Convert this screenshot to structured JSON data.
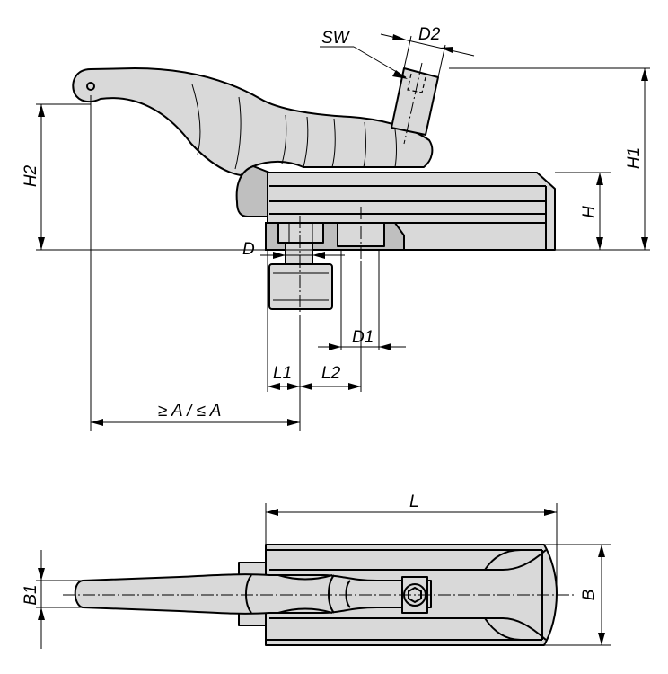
{
  "labels": {
    "sw": "SW",
    "d2": "D2",
    "h1": "H1",
    "h2": "H2",
    "h": "H",
    "d": "D",
    "d1": "D1",
    "l1": "L1",
    "l2": "L2",
    "a": "≥ A / ≤ A",
    "l": "L",
    "b1": "B1",
    "b": "B"
  }
}
